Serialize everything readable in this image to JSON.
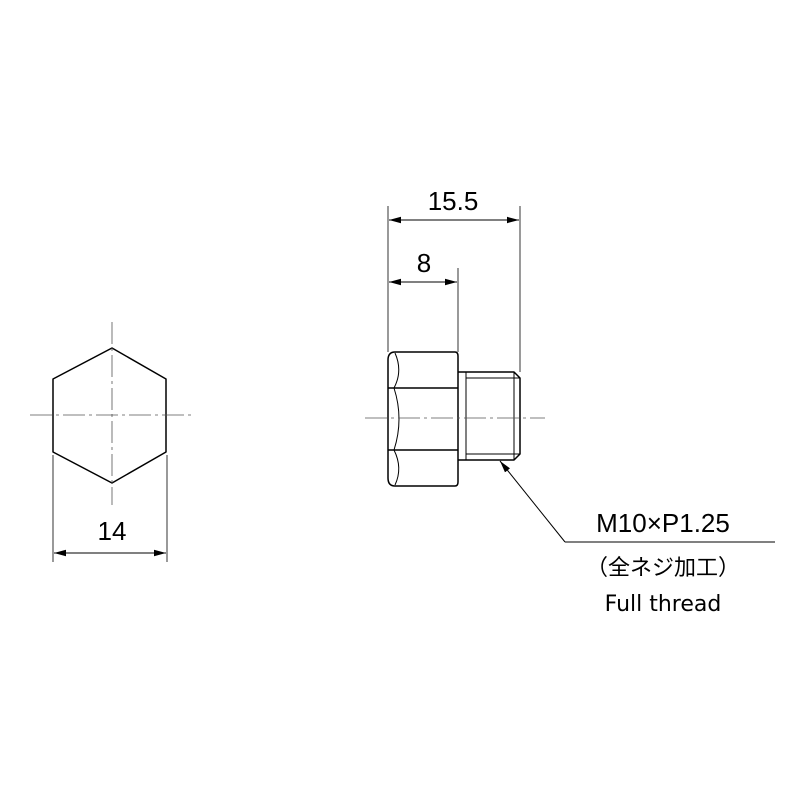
{
  "front_view": {
    "across_flats": "14"
  },
  "side_view": {
    "overall_length": "15.5",
    "head_height": "8"
  },
  "thread_note": {
    "spec": "M10×P1.25",
    "jp": "（全ネジ加工）",
    "en": "Full thread"
  }
}
